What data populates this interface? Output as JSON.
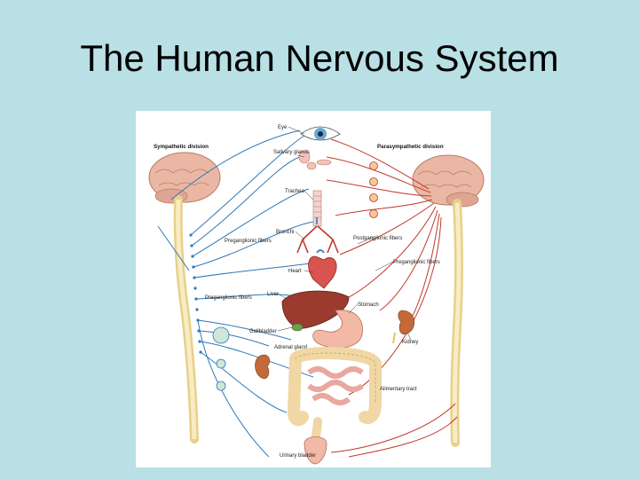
{
  "slide": {
    "title": "The Human Nervous System",
    "background": "#b9e0e5"
  },
  "diagram": {
    "sympathetic_label": "Sympathetic division",
    "parasympathetic_label": "Parasympathetic division",
    "organs": {
      "eye": "Eye",
      "salivary_glands": "Salivary glands",
      "trachea": "Trachea",
      "bronchi": "Bronchi",
      "heart": "Heart",
      "liver": "Liver",
      "stomach": "Stomach",
      "gallbladder": "Gallbladder",
      "adrenal_gland": "Adrenal gland",
      "kidney": "Kidney",
      "alimentary_tract": "Alimentary tract",
      "urinary_bladder": "Urinary bladder"
    },
    "fibers": {
      "preganglionic_left": "Preganglionic fibers",
      "postganglionic_right": "Postganglionic fibers",
      "preganglionic_right": "Preganglionic fibers",
      "preganglionic_left_lower": "Preganglionic fibers"
    },
    "colors": {
      "sympathetic": "#2f78b8",
      "parasympathetic": "#c0392b",
      "brain": "#e9b7a4",
      "spine": "#f1dfa0"
    }
  }
}
